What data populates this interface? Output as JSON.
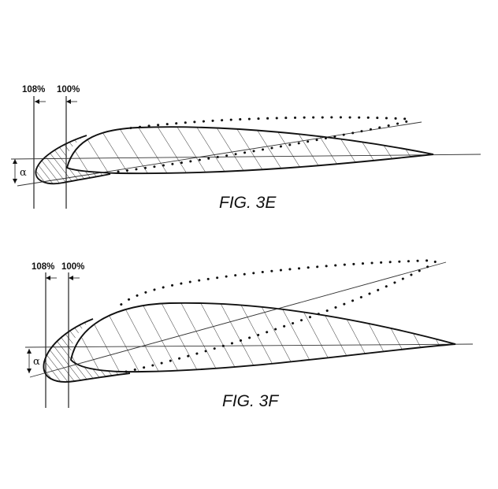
{
  "figures": [
    {
      "id": "3E",
      "caption": "FIG. 3E",
      "label_108": "108%",
      "label_100": "100%",
      "angle_symbol": "α"
    },
    {
      "id": "3F",
      "caption": "FIG. 3F",
      "label_108": "108%",
      "label_100": "100%",
      "angle_symbol": "α"
    }
  ]
}
